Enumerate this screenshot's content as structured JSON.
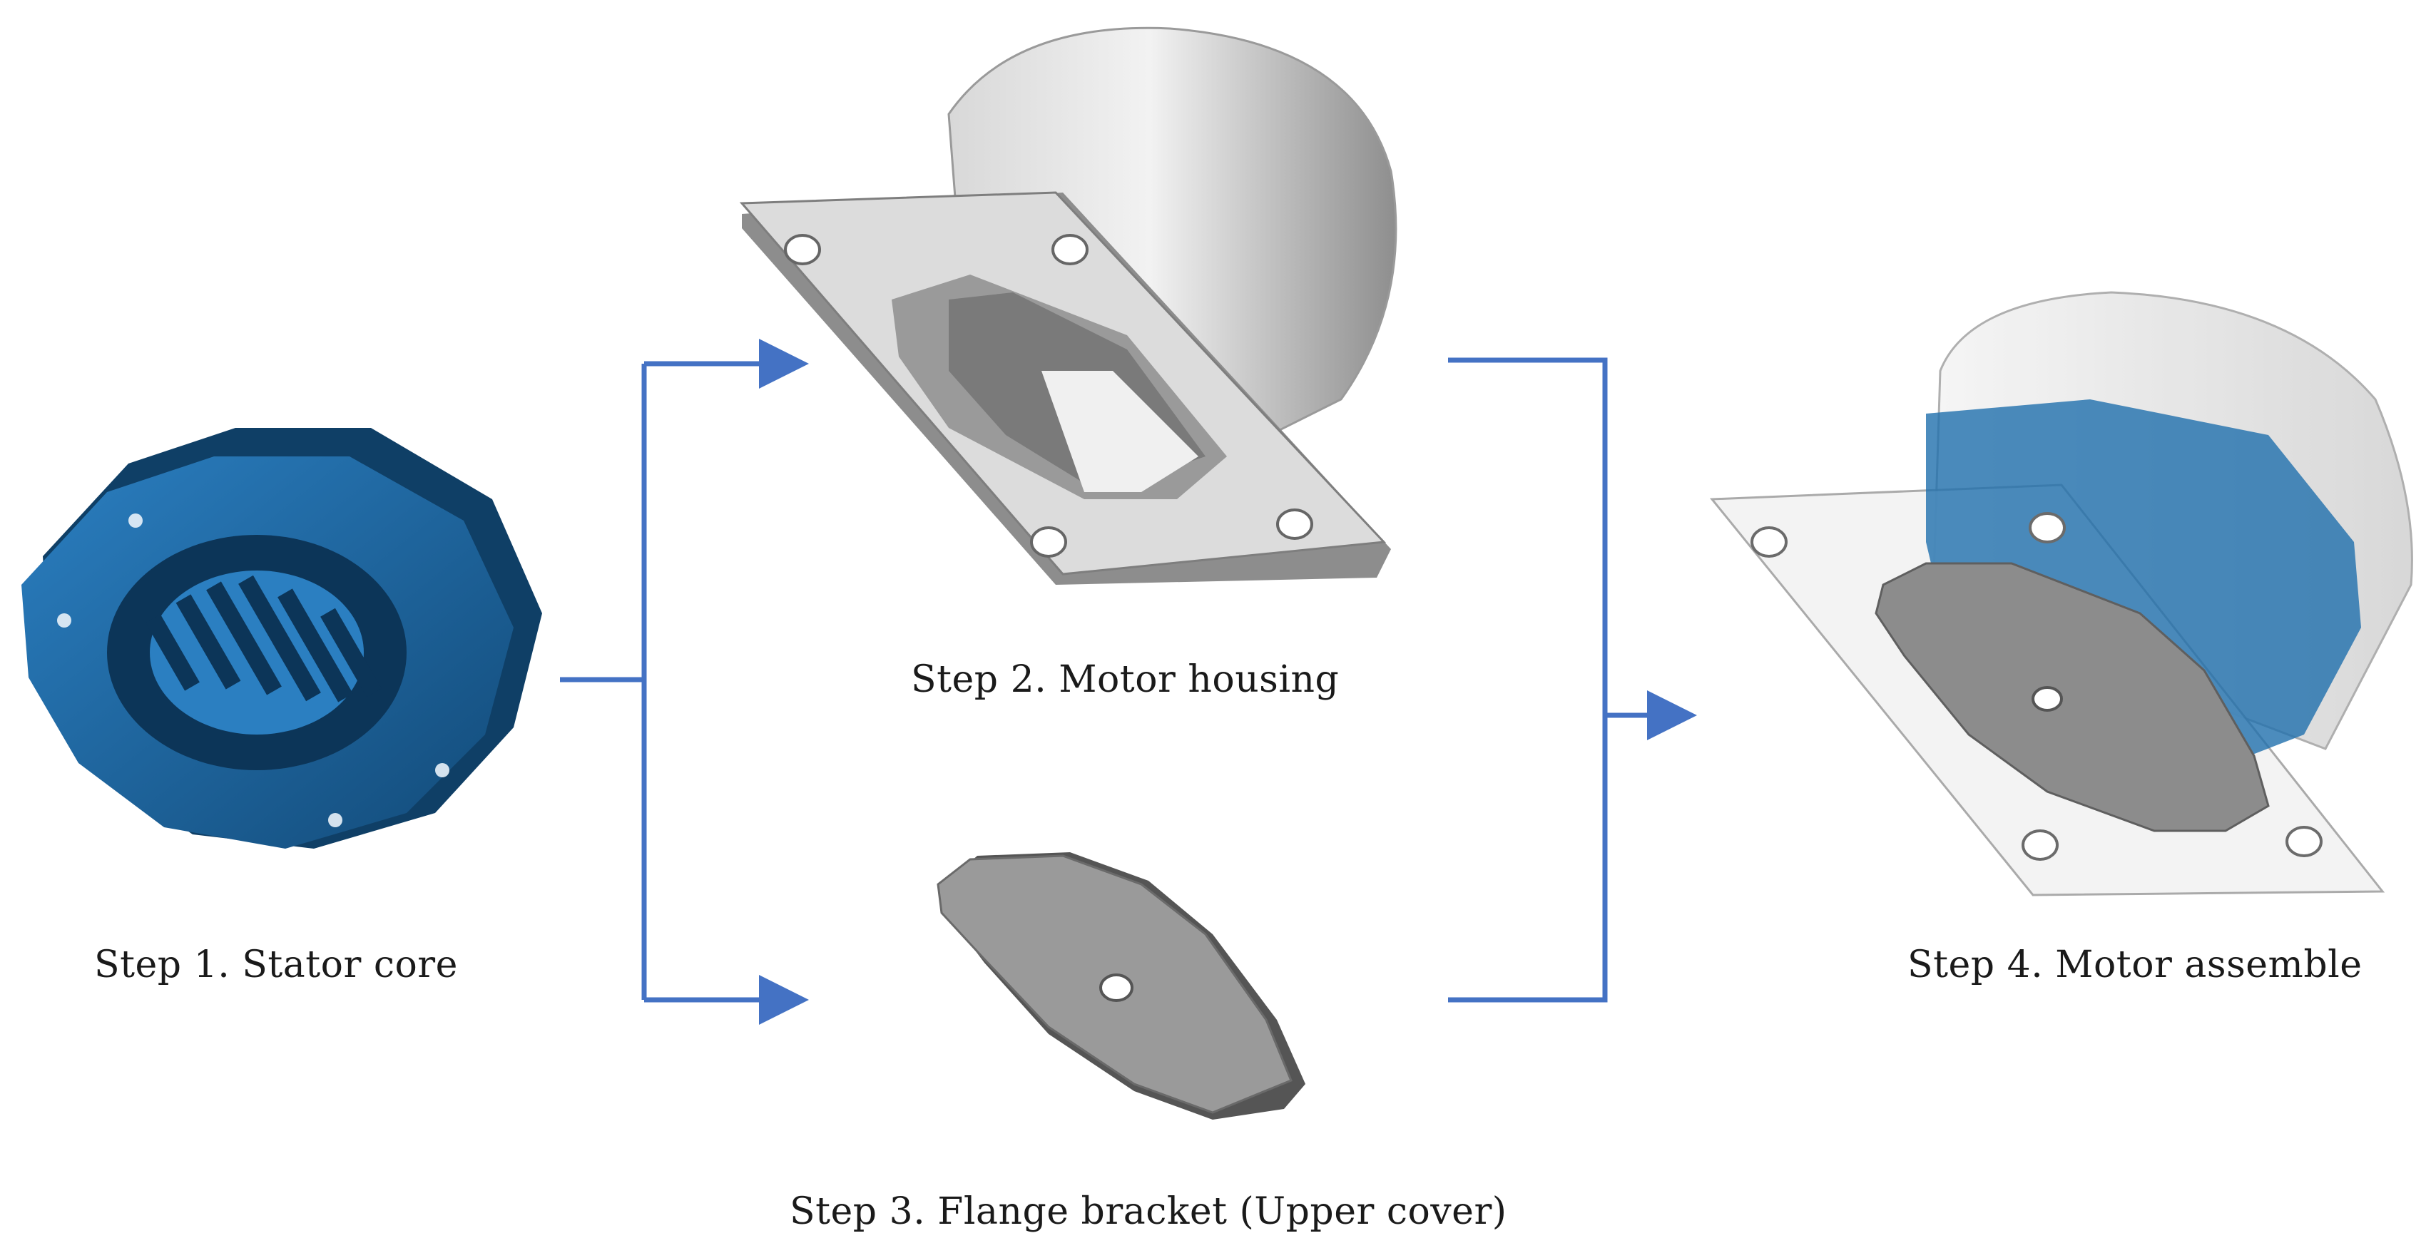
{
  "steps": [
    {
      "id": "stator-core",
      "label": "Step 1. Stator core"
    },
    {
      "id": "motor-housing",
      "label": "Step 2. Motor housing"
    },
    {
      "id": "flange-bracket",
      "label": "Step 3. Flange bracket (Upper cover)"
    },
    {
      "id": "motor-assemble",
      "label": "Step 4. Motor assemble"
    }
  ],
  "colors": {
    "arrow": "#4472c4",
    "stator_blue": "#1f6fad",
    "stator_dark": "#0f3f66",
    "metal_light": "#e6e6e6",
    "metal_mid": "#b5b5b5",
    "metal_dark": "#6f6f6f"
  }
}
